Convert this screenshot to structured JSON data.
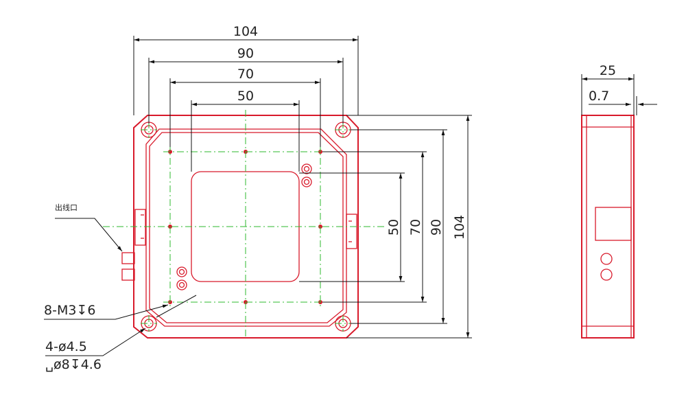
{
  "colors": {
    "outline": "#d8192a",
    "centerline": "#2eb82e",
    "dimension": "#111111"
  },
  "front_view": {
    "horizontal_dims": [
      "104",
      "90",
      "70",
      "50"
    ],
    "vertical_dims": [
      "50",
      "70",
      "90",
      "104"
    ],
    "cable_outlet_label": "出线口",
    "callout_tapped_holes": "8-M3↧6",
    "callout_through_holes": "4-ø4.5",
    "callout_counterbore": "␣ø8↧4.6"
  },
  "side_view": {
    "thickness_dim": "25",
    "offset_dim": "0.7"
  }
}
